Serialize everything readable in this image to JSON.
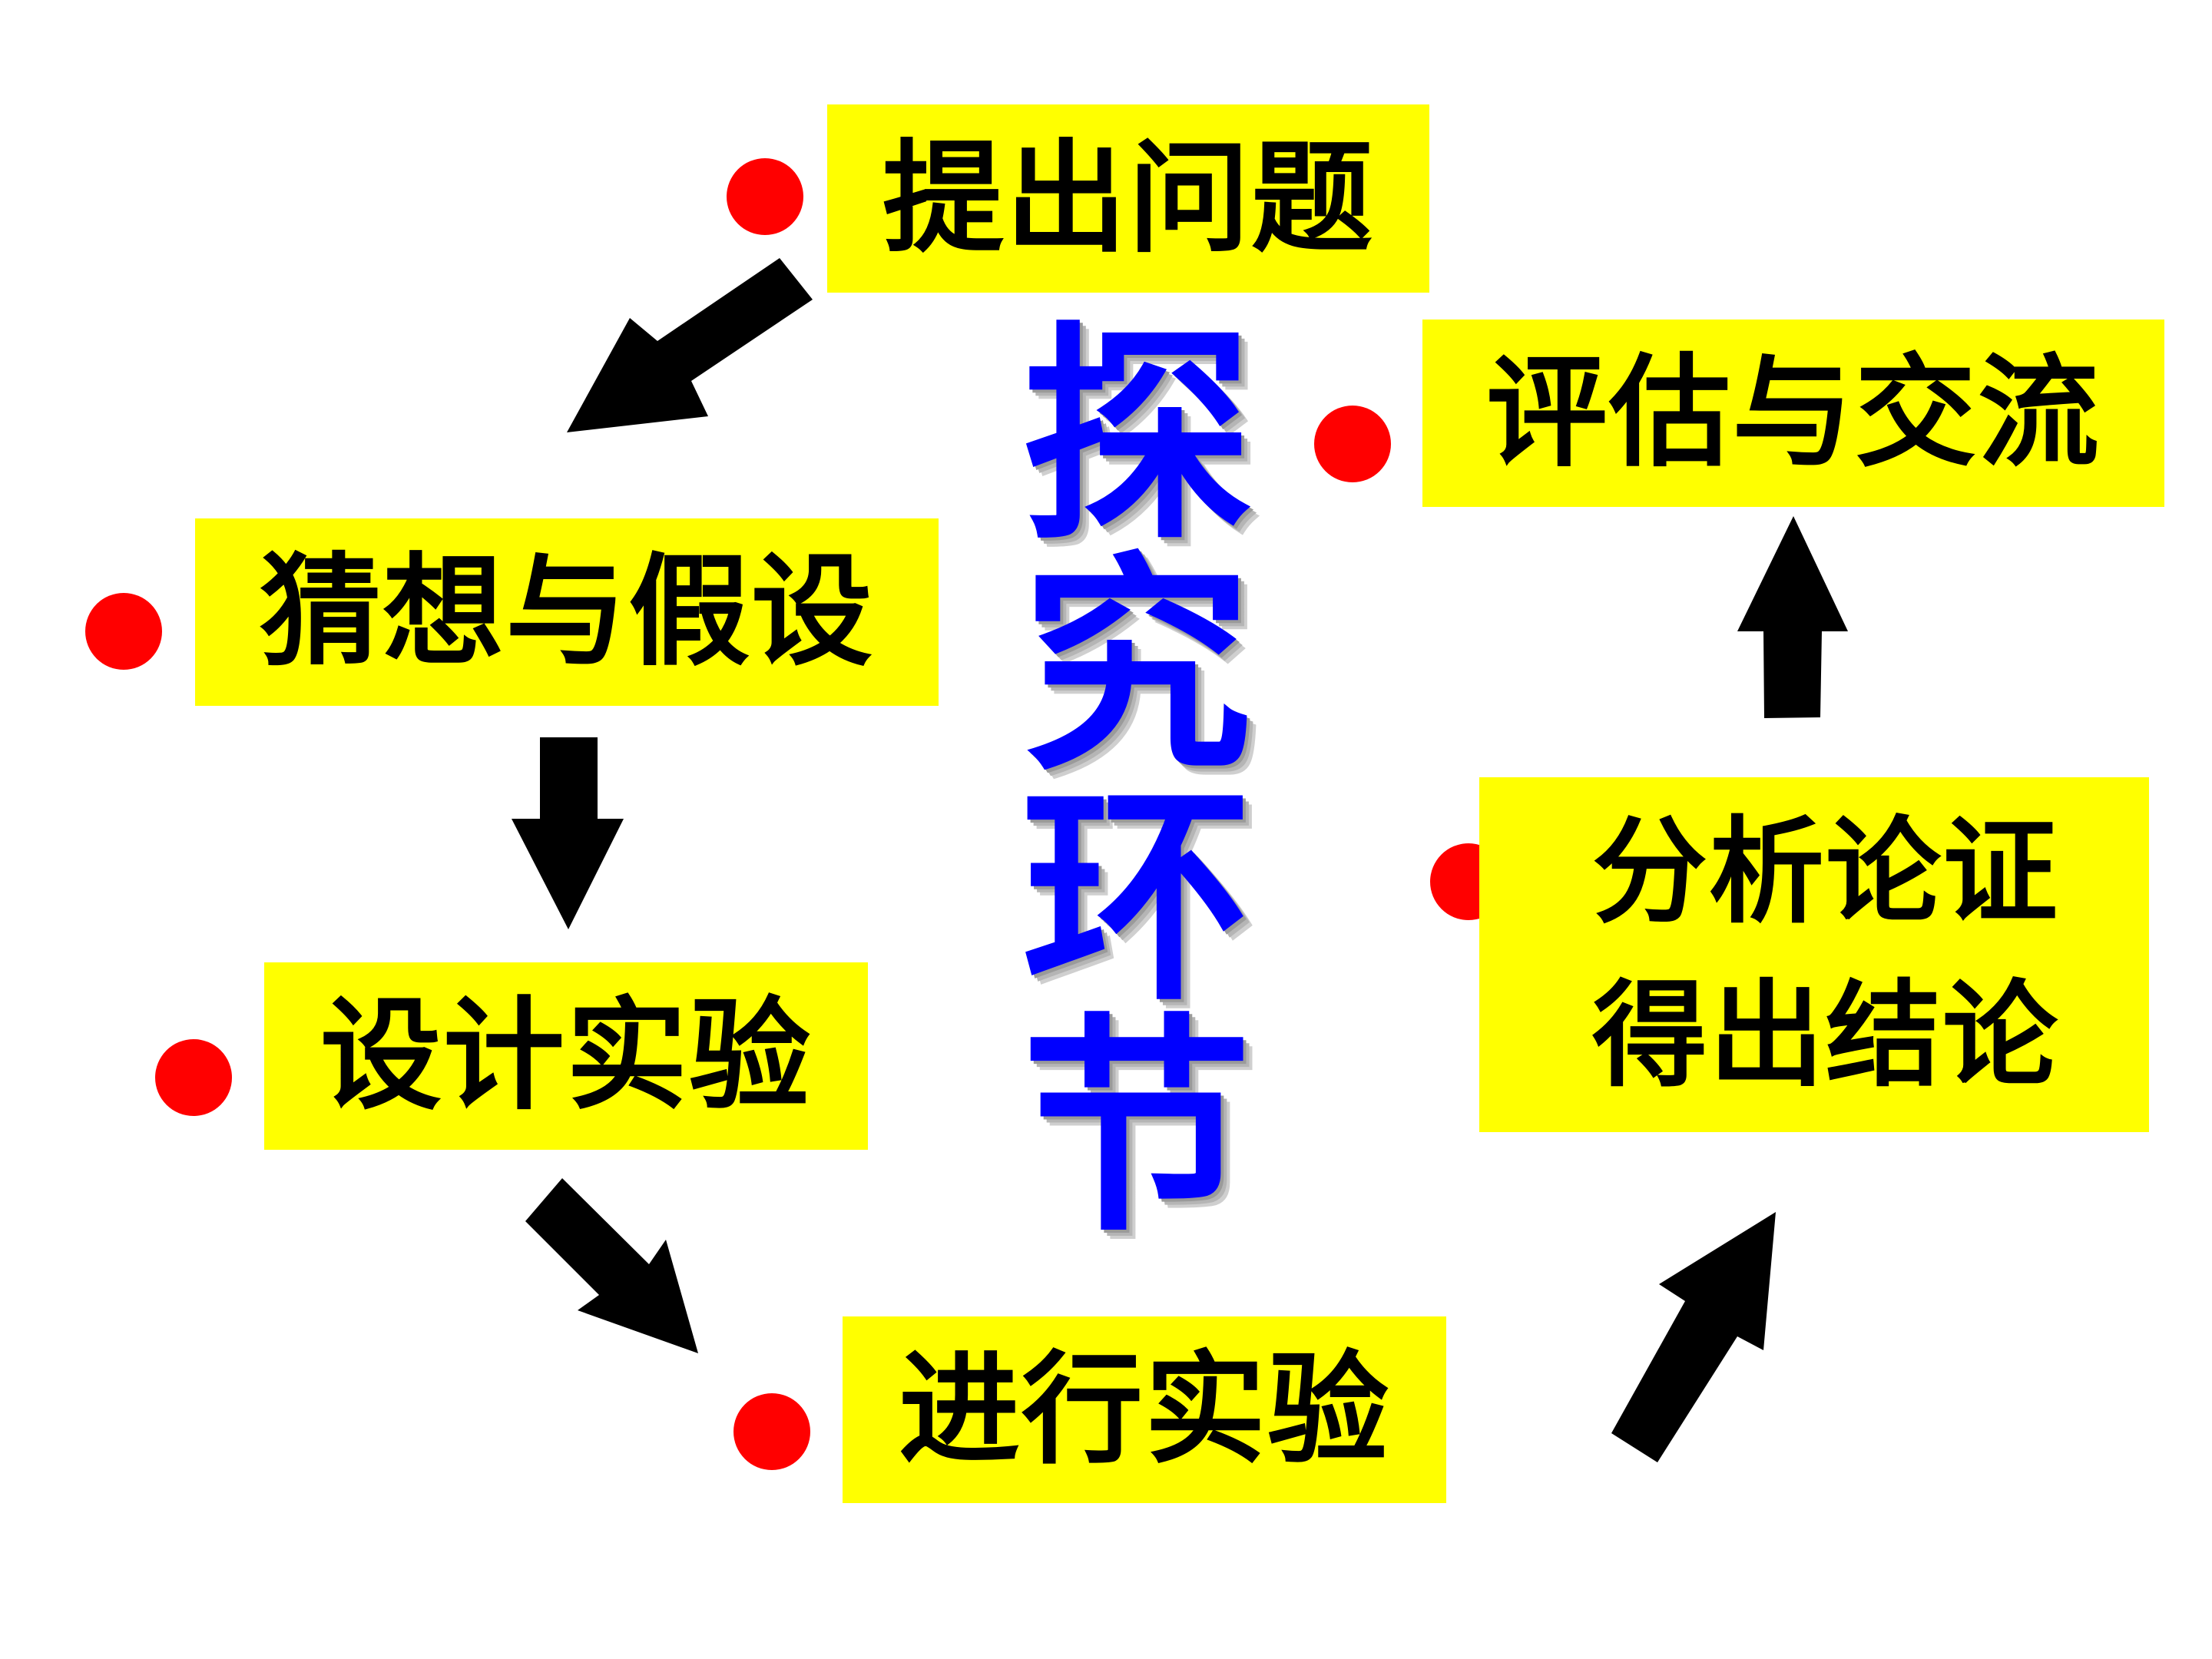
{
  "title_chars": [
    "探",
    "究",
    "环",
    "节"
  ],
  "steps": {
    "ask": "提出问题",
    "hypothesis": "猜想与假设",
    "design": "设计实验",
    "conduct": "进行实验",
    "analyze_line1": "分析论证",
    "analyze_line2": "得出结论",
    "evaluate": "评估与交流"
  },
  "colors": {
    "box_fill": "#ffff00",
    "dot": "#ff0000",
    "title": "#0000ff",
    "arrow": "#000000",
    "text": "#000000"
  }
}
